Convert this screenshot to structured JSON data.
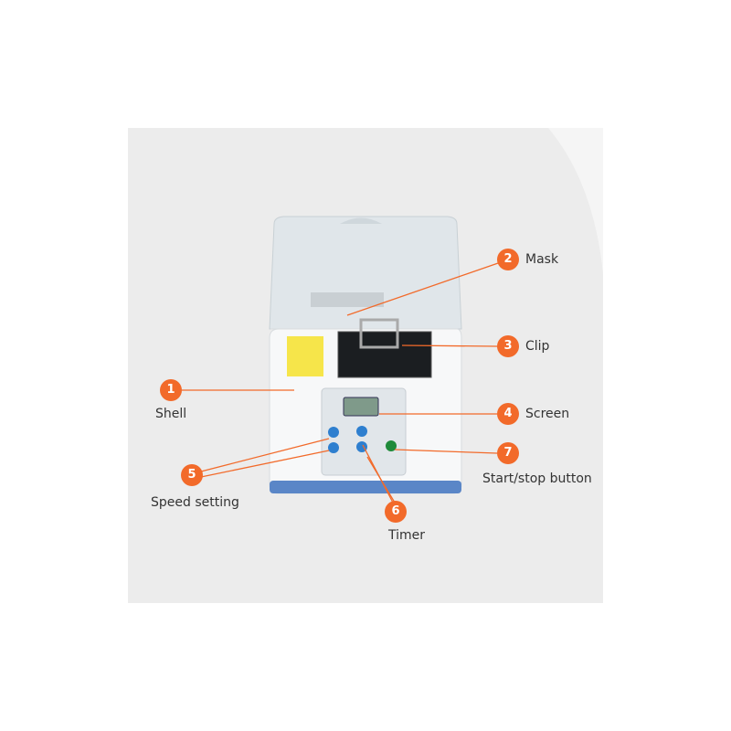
{
  "accent_color": "#f26a2a",
  "callouts": [
    {
      "number": "1",
      "label": "Shell"
    },
    {
      "number": "2",
      "label": "Mask"
    },
    {
      "number": "3",
      "label": "Clip"
    },
    {
      "number": "4",
      "label": "Screen"
    },
    {
      "number": "5",
      "label": "Speed setting"
    },
    {
      "number": "6",
      "label": "Timer"
    },
    {
      "number": "7",
      "label": "Start/stop button"
    }
  ]
}
